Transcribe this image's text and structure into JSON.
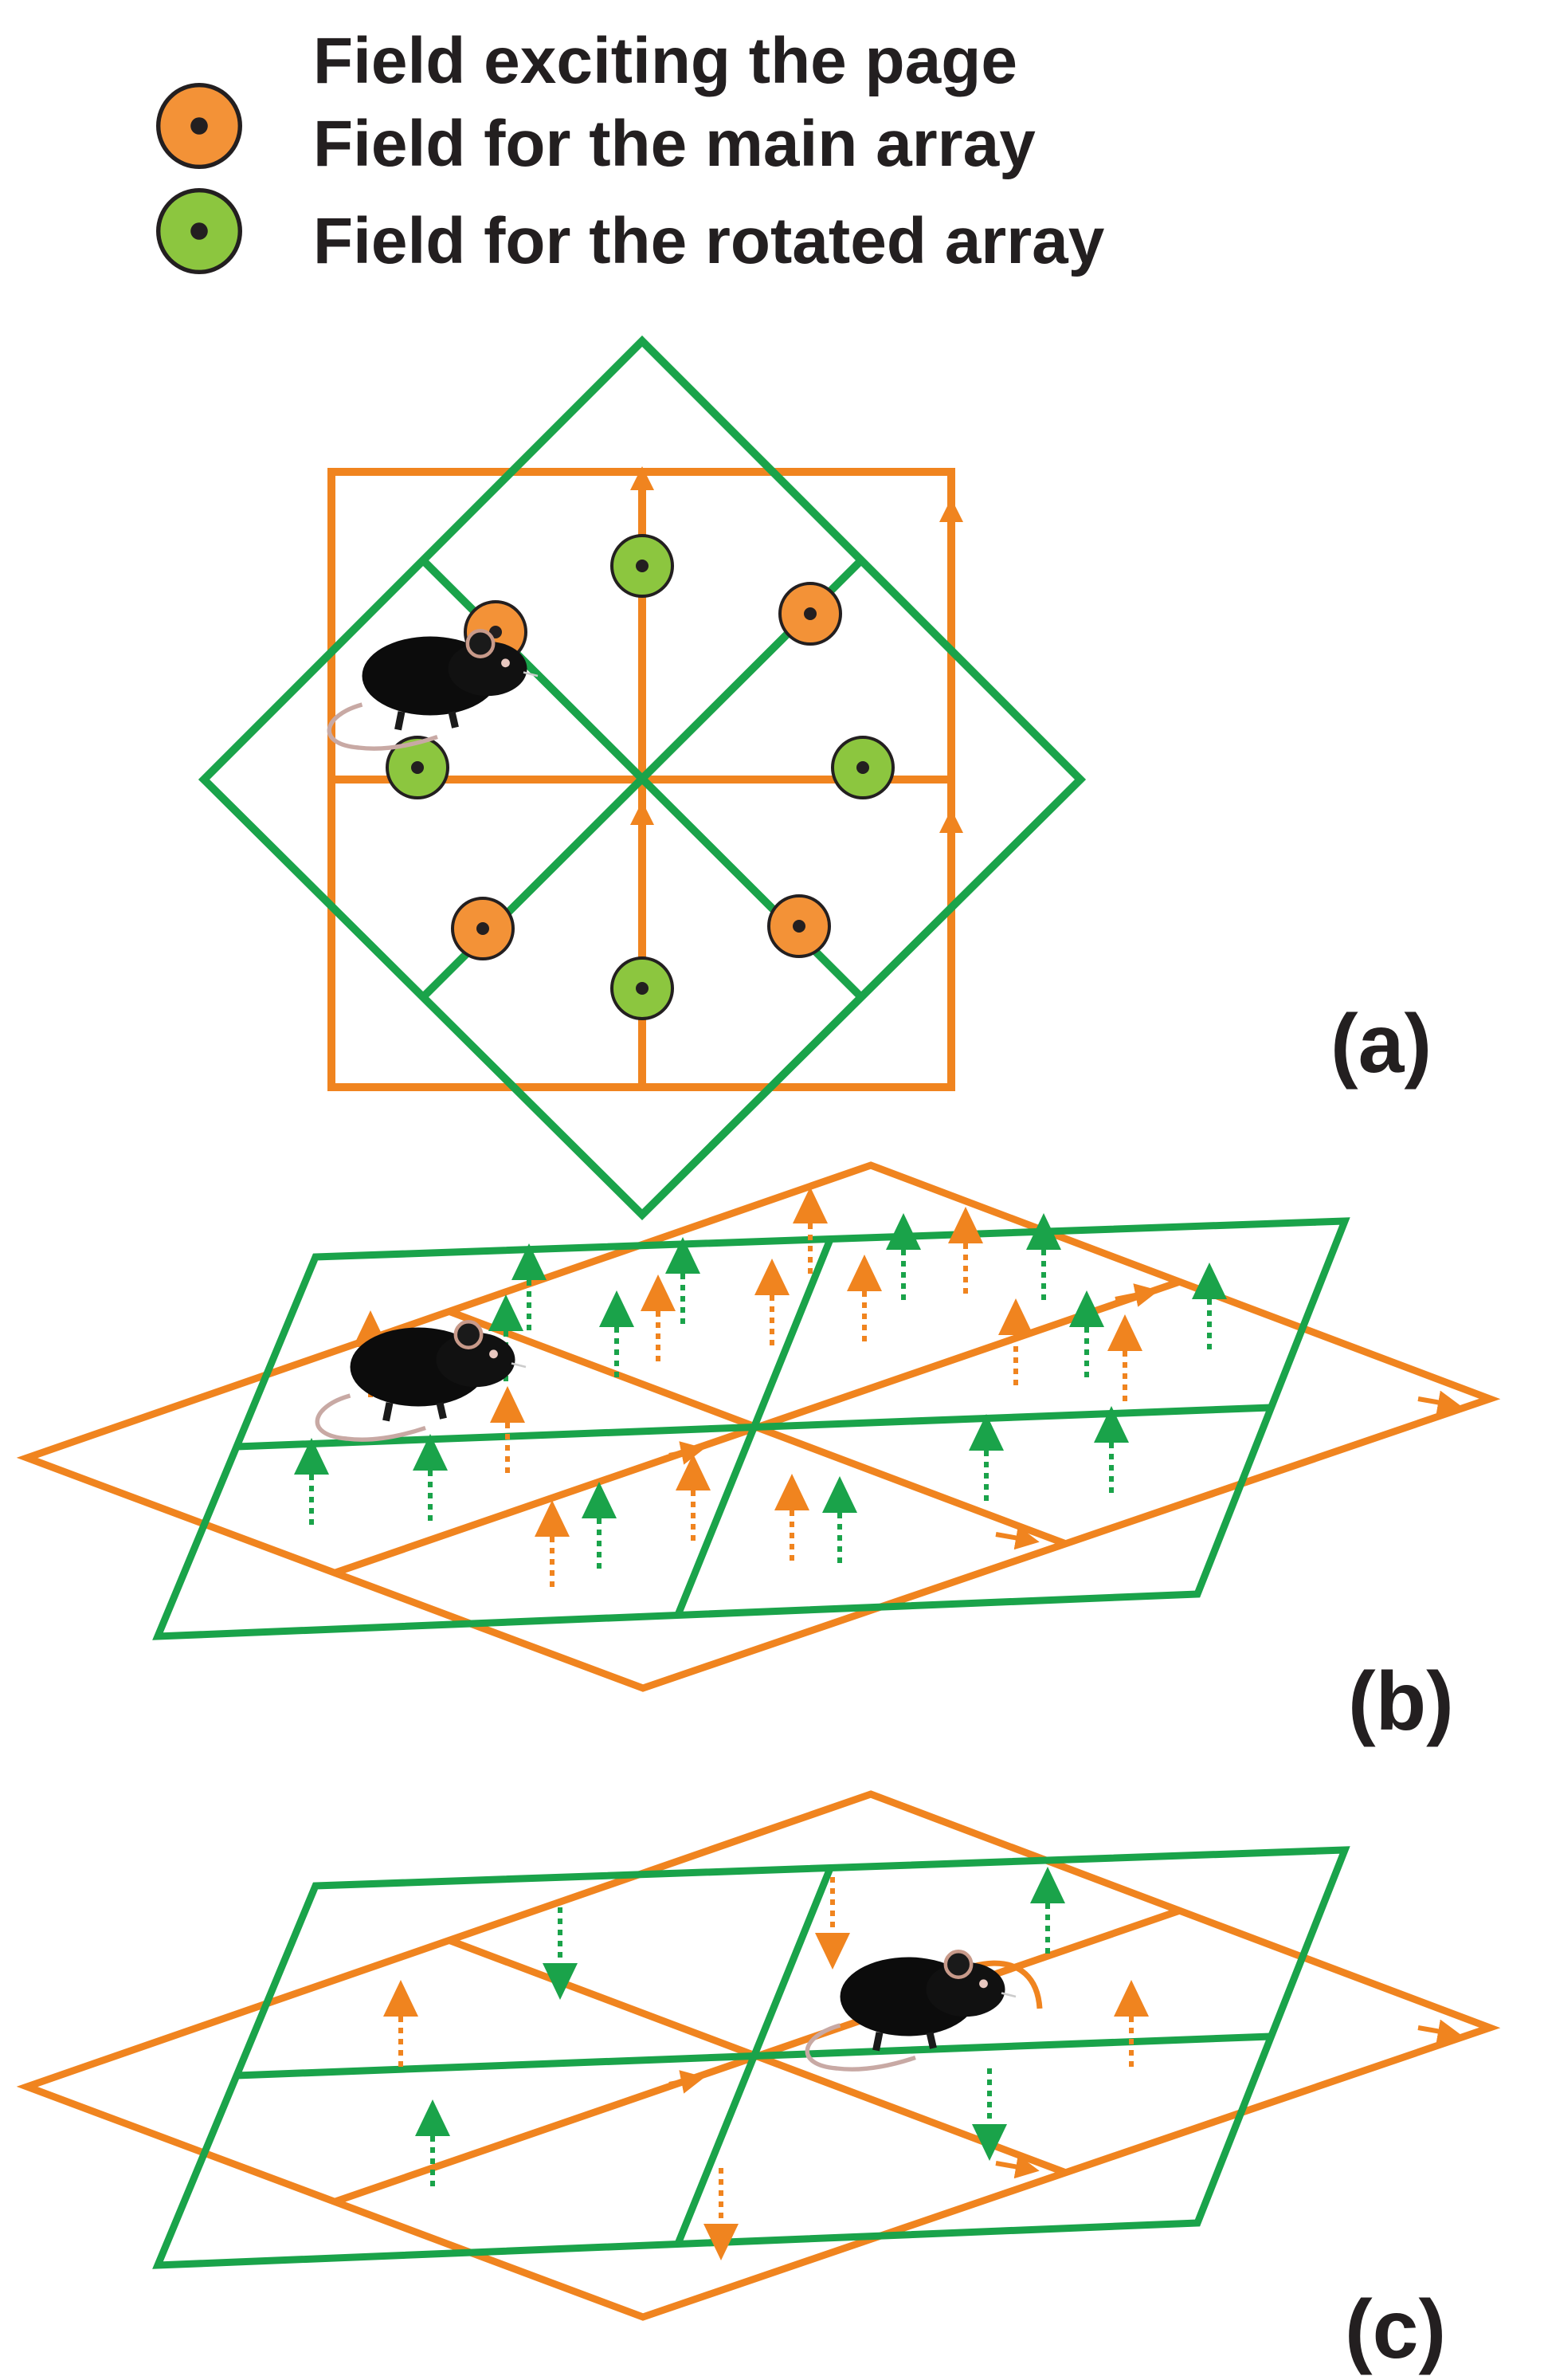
{
  "legend": {
    "title": "Field exciting the page",
    "items": [
      {
        "label": "Field for the main array",
        "color": "#f39237",
        "icon": "orange-field-dot-icon"
      },
      {
        "label": "Field for the rotated array",
        "color": "#8cc63f",
        "icon": "green-field-dot-icon"
      }
    ]
  },
  "colors": {
    "main_array": "#f0841f",
    "rotated_array": "#1aa34a",
    "field_main": "#f39237",
    "field_rotated": "#8cc63f",
    "text": "#231f20"
  },
  "panels": [
    {
      "label": "(a)"
    },
    {
      "label": "(b)"
    },
    {
      "label": "(c)"
    }
  ],
  "icons": {
    "animal": "mouse-icon",
    "arrow_up": "arrow-up-icon",
    "arrow_down": "arrow-down-icon"
  }
}
